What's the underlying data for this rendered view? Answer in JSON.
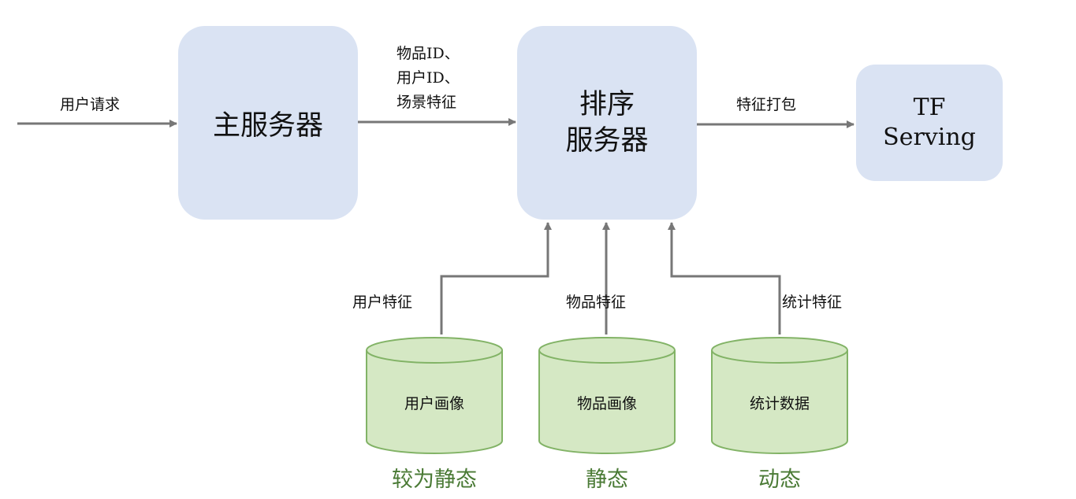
{
  "boxes": {
    "main_server": "主服务器",
    "rank_server_line1": "排序",
    "rank_server_line2": "服务器",
    "tf_serving_line1": "TF",
    "tf_serving_line2": "Serving"
  },
  "edges": {
    "user_request": "用户请求",
    "ids_line1": "物品ID、",
    "ids_line2": "用户ID、",
    "ids_line3": "场景特征",
    "feature_pack": "特征打包",
    "user_feature": "用户特征",
    "item_feature": "物品特征",
    "stat_feature": "统计特征"
  },
  "databases": [
    {
      "label": "用户画像",
      "state": "较为静态"
    },
    {
      "label": "物品画像",
      "state": "静态"
    },
    {
      "label": "统计数据",
      "state": "动态"
    }
  ],
  "colors": {
    "box_fill": "#dae3f3",
    "db_fill": "#d5e8c4",
    "db_stroke": "#82b366",
    "arrow": "#777777",
    "state_text": "#4a7a35"
  }
}
